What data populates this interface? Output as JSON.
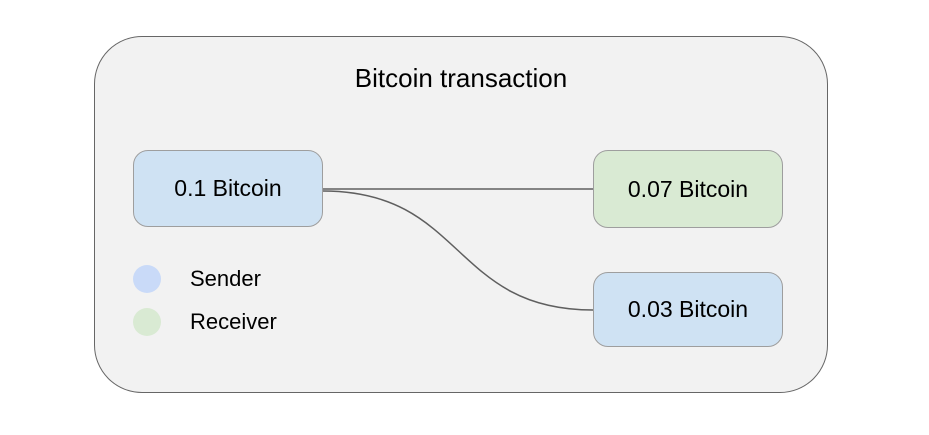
{
  "diagram": {
    "title": "Bitcoin transaction",
    "nodes": [
      {
        "id": "input",
        "label": "0.1 Bitcoin",
        "role": "sender"
      },
      {
        "id": "output1",
        "label": "0.07 Bitcoin",
        "role": "receiver"
      },
      {
        "id": "output2",
        "label": "0.03 Bitcoin",
        "role": "sender"
      }
    ],
    "edges": [
      {
        "from": "input",
        "to": "output1",
        "shape": "straight"
      },
      {
        "from": "input",
        "to": "output2",
        "shape": "s-curve"
      }
    ],
    "legend": [
      {
        "label": "Sender",
        "color": "#c9daf8"
      },
      {
        "label": "Receiver",
        "color": "#d9ead3"
      }
    ],
    "colors": {
      "sender_node_fill": "#cfe2f3",
      "receiver_node_fill": "#d9ead3",
      "node_border": "#9e9e9e",
      "group_fill": "#f2f2f2",
      "group_border": "#666666",
      "edge_stroke": "#5f5f5f",
      "text": "#000000",
      "page_background": "#ffffff"
    }
  }
}
